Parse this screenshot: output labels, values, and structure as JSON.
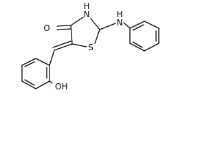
{
  "molecule": {
    "atoms": {
      "carbonyl_oxygen": "O",
      "ring_nh": "N",
      "imine_nh": "N",
      "ring_nh_h": "H",
      "imine_nh_h": "H",
      "sulfur": "S",
      "hydroxyl": "OH"
    }
  },
  "colors": {
    "bond": "#000000",
    "background": "#ffffff",
    "text": "#000000"
  }
}
